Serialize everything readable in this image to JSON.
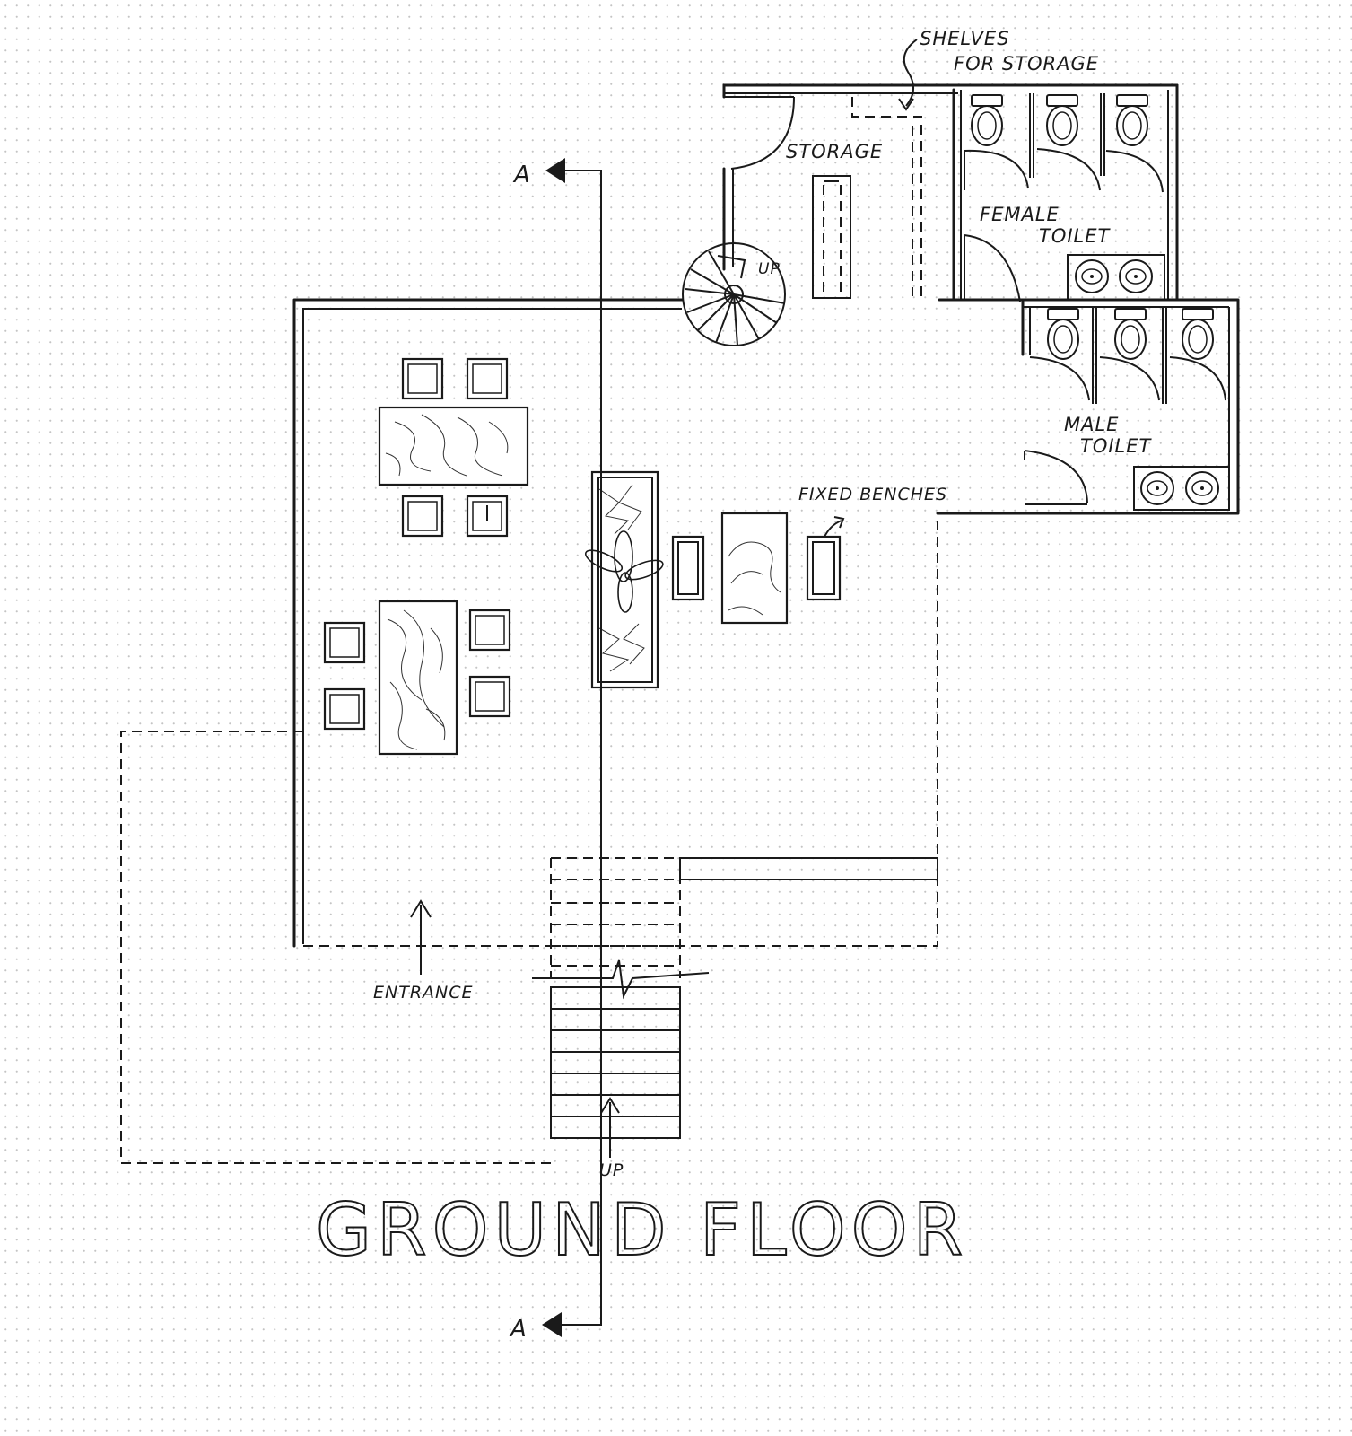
{
  "labels": {
    "title": "GROUND FLOOR",
    "storage": "STORAGE",
    "shelves_line1": "SHELVES",
    "shelves_line2": "FOR STORAGE",
    "female_line1": "FEMALE",
    "female_line2": "TOILET",
    "male_line1": "MALE",
    "male_line2": "TOILET",
    "fixed_benches": "FIXED BENCHES",
    "entrance": "ENTRANCE",
    "spiral_up": "UP",
    "stair_up": "UP",
    "section_top": "A",
    "section_bottom": "A"
  },
  "icons": {
    "section_marker": "section-arrow-icon",
    "toilet": "toilet-icon",
    "sink": "sink-icon",
    "plant": "plant-icon"
  }
}
